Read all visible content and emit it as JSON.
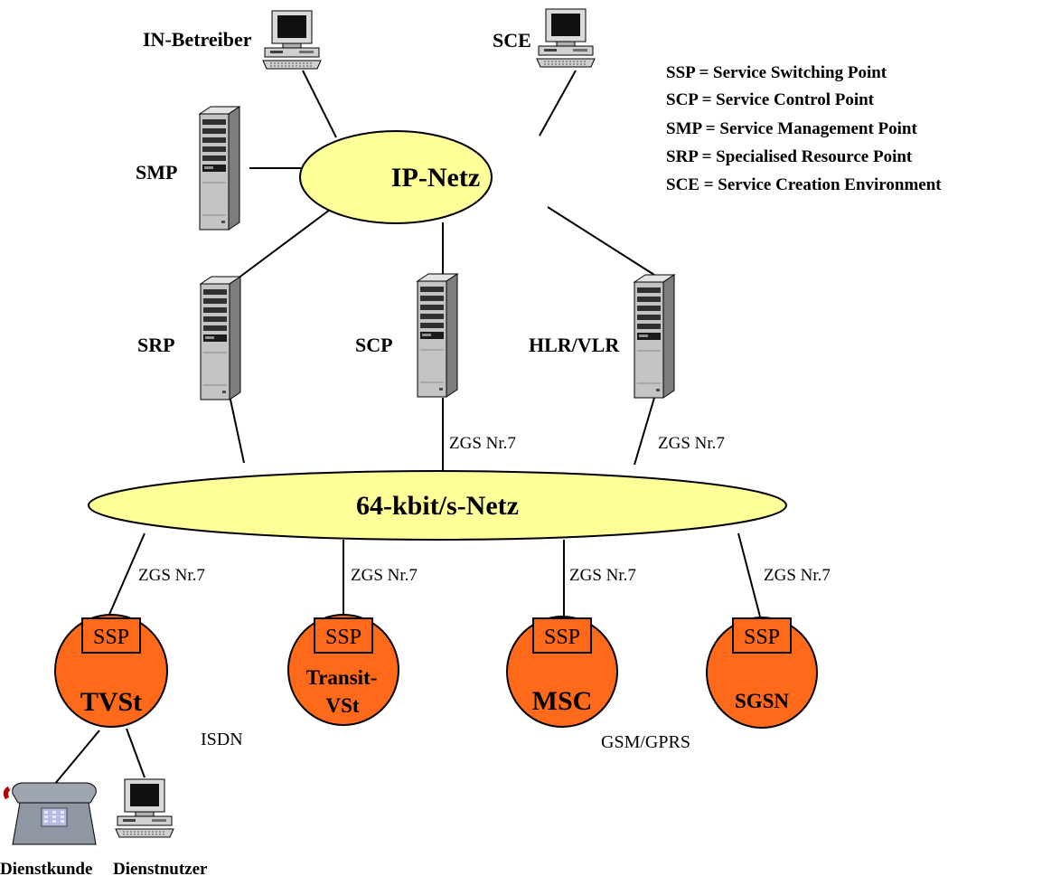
{
  "networks": {
    "ip": "IP-Netz",
    "kbit": "64-kbit/s-Netz"
  },
  "terminals": {
    "in_betreiber": "IN-Betreiber",
    "sce": "SCE"
  },
  "servers": {
    "smp": "SMP",
    "srp": "SRP",
    "scp": "SCP",
    "hlr": "HLR/VLR"
  },
  "legend": [
    "SSP = Service Switching Point",
    "SCP = Service Control Point",
    "SMP = Service Management Point",
    "SRP = Specialised Resource Point",
    "SCE = Service Creation Environment"
  ],
  "links": {
    "zgs_scp": "ZGS Nr.7",
    "zgs_hlr": "ZGS Nr.7",
    "zgs_tvst": "ZGS Nr.7",
    "zgs_transit": "ZGS Nr.7",
    "zgs_msc": "ZGS Nr.7",
    "zgs_sgsn": "ZGS Nr.7"
  },
  "exchanges": {
    "ssp_label": "SSP",
    "tvst": "TVSt",
    "transit_line1": "Transit-",
    "transit_line2": "VSt",
    "msc": "MSC",
    "sgsn": "SGSN"
  },
  "domains": {
    "isdn": "ISDN",
    "gsm": "GSM/GPRS"
  },
  "endpoints": {
    "kunde": "Dienstkunde",
    "nutzer": "Dienstnutzer"
  },
  "colors": {
    "network_fill": "#ffff99",
    "exchange_fill": "#ff6a1a",
    "server_light": "#c8c8c8",
    "server_dark": "#808080"
  }
}
